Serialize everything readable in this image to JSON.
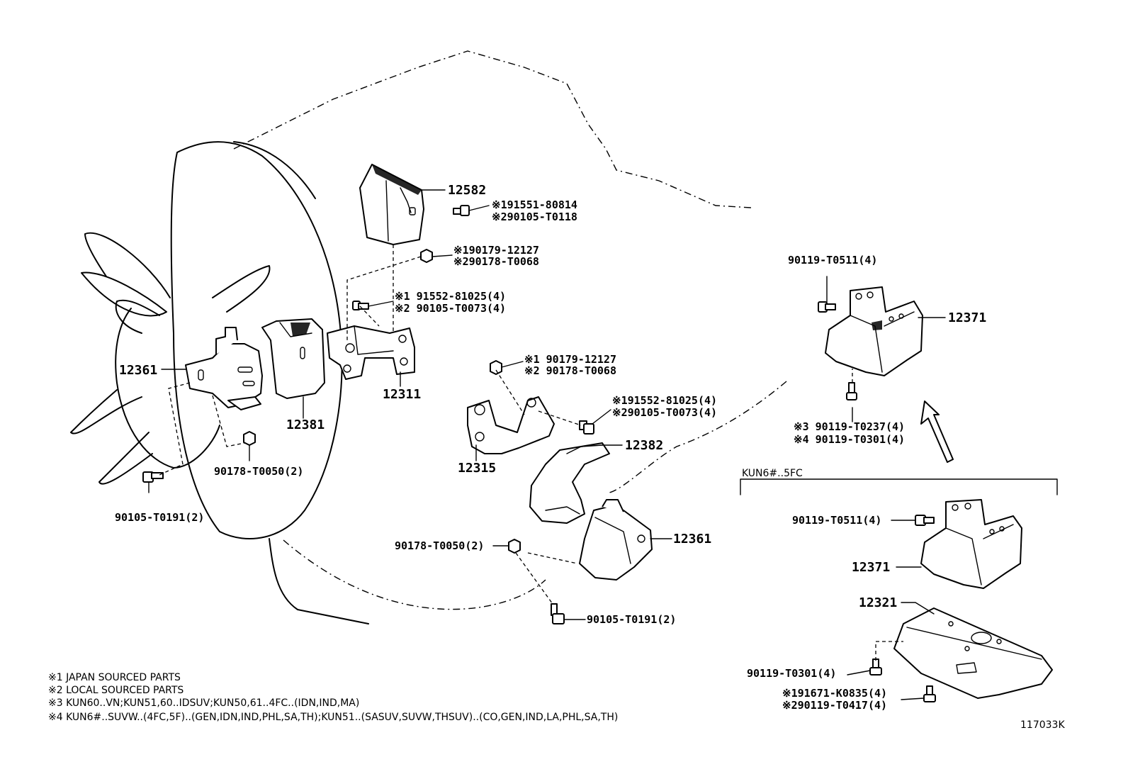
{
  "diagram": {
    "labels": {
      "p12582": "12582",
      "p12582_b1": "※191551-80814",
      "p12582_b2": "※290105-T0118",
      "nut_top_1": "※190179-12127",
      "nut_top_2": "※290178-T0068",
      "bolt_mid_1": "※1 91552-81025(4)",
      "bolt_mid_2": "※2 90105-T0073(4)",
      "p12361_left": "12361",
      "p12381": "12381",
      "p12311": "12311",
      "nut_left": "90178-T0050(2)",
      "bolt_left": "90105-T0191(2)",
      "nut_right_1": "※1 90179-12127",
      "nut_right_2": "※2 90178-T0068",
      "bolt_right_1": "※191552-81025(4)",
      "bolt_right_2": "※290105-T0073(4)",
      "p12315": "12315",
      "p12382": "12382",
      "p12361_right": "12361",
      "nut_bottom": "90178-T0050(2)",
      "bolt_bottom": "90105-T0191(2)",
      "bolt_r1": "90119-T0511(4)",
      "p12371_top": "12371",
      "bolt_r2_1": "※3 90119-T0237(4)",
      "bolt_r2_2": "※4 90119-T0301(4)",
      "variant": "KUN6#..5FC",
      "bolt_r3": "90119-T0511(4)",
      "p12371_bottom": "12371",
      "p12321": "12321",
      "bolt_r4": "90119-T0301(4)",
      "bolt_r5_1": "※191671-K0835(4)",
      "bolt_r5_2": "※290119-T0417(4)",
      "figure_id": "117033K"
    },
    "notes": [
      "※1 JAPAN SOURCED PARTS",
      "※2 LOCAL SOURCED PARTS",
      "※3 KUN60..VN;KUN51,60..IDSUV;KUN50,61..4FC..(IDN,IND,MA)",
      "※4 KUN6#..SUVW..(4FC,5F)..(GEN,IDN,IND,PHL,SA,TH);KUN51..(SASUV,SUVW,THSUV)..(CO,GEN,IND,LA,PHL,SA,TH)"
    ]
  }
}
